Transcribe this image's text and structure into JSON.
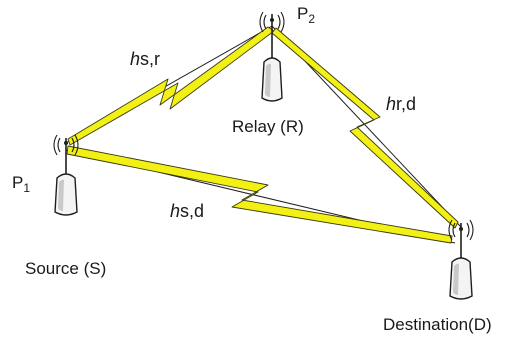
{
  "nodes": {
    "source": {
      "name": "Source (S)",
      "power_label": "P",
      "power_sub": "1"
    },
    "relay": {
      "name": "Relay (R)",
      "power_label": "P",
      "power_sub": "2"
    },
    "destination": {
      "name": "Destination(D)"
    }
  },
  "links": {
    "source_relay": {
      "italic": "h",
      "rest": "s,r"
    },
    "relay_destination": {
      "italic": "h",
      "rest": "r,d"
    },
    "source_destination": {
      "italic": "h",
      "rest": "s,d"
    }
  },
  "colors": {
    "bolt_fill": "#f3f015",
    "outline": "#1f1f1f"
  },
  "icons": [
    "antenna-tower-icon",
    "lightning-bolt-icon"
  ]
}
